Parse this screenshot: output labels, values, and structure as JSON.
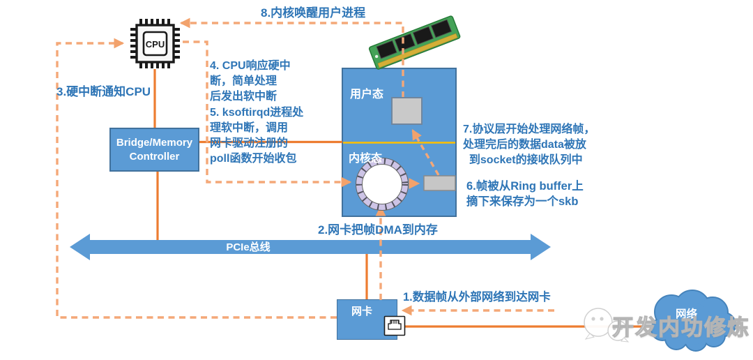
{
  "diagram": {
    "nodes": {
      "cpu": {
        "label": "CPU"
      },
      "bridge": {
        "label": "Bridge/Memory Controller"
      },
      "memory_box": {
        "user_mode": "用户态",
        "kernel_mode": "内核态"
      },
      "nic": {
        "label": "网卡"
      },
      "pcie_bus": {
        "label": "PCIe总线"
      },
      "network_cloud": {
        "label": "网络"
      }
    },
    "steps": {
      "s1": "1.数据帧从外部网络到达网卡",
      "s2": "2.网卡把帧DMA到内存",
      "s3": "3.硬中断通知CPU",
      "s4": "4. CPU响应硬中\n断，简单处理\n后发出软中断",
      "s5": "5. ksoftirqd进程处\n理软中断，调用\n网卡驱动注册的\npoll函数开始收包",
      "s6": "6.帧被从Ring buffer上\n摘下来保存为一个skb",
      "s7": "7.协议层开始处理网络帧，\n处理完后的数据data被放\n  到socket的接收队列中",
      "s8": "8.内核唤醒用户进程"
    },
    "icons": {
      "cpu": "cpu-chip-icon",
      "ram": "ram-stick-icon",
      "port": "ethernet-port-icon",
      "wechat": "wechat-icon",
      "cloud": "cloud-shape"
    },
    "watermark": {
      "text": "开发内功修炼"
    },
    "colors": {
      "solid_orange": "#ED7D31",
      "dashed_orange": "#F4A878",
      "blue_fill": "#5B9BD5",
      "blue_border": "#41719C",
      "text_blue": "#2E75B6",
      "divider_yellow": "#FFC000",
      "gray_fill": "#C9C9C9"
    }
  }
}
